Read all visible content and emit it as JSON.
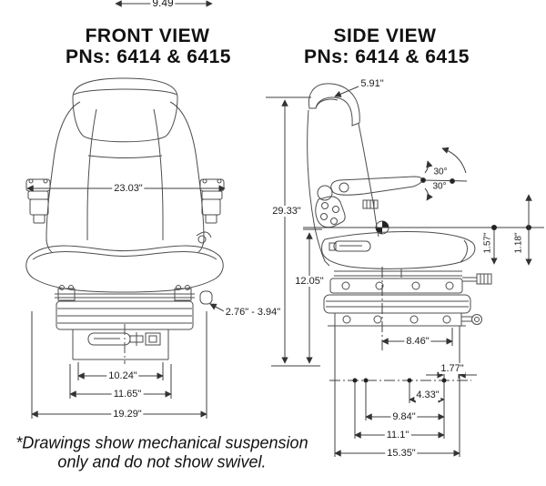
{
  "front_view": {
    "title": "FRONT VIEW",
    "subtitle": "PNs: 6414 & 6415",
    "dimensions": {
      "headrest_width": "9.49",
      "seat_width": "23.03\"",
      "knob_range": "2.76\" - 3.94\"",
      "mount_width_inner": "10.24\"",
      "mount_width_outer": "11.65\"",
      "overall_width": "19.29\""
    }
  },
  "side_view": {
    "title": "SIDE VIEW",
    "subtitle": "PNs: 6414 & 6415",
    "dimensions": {
      "headrest_depth": "5.91\"",
      "overall_height": "29.33\"",
      "armrest_angle_up": "30°",
      "armrest_angle_down": "30°",
      "adjust_upper": "1.57\"",
      "adjust_total": "1.18\"",
      "base_height": "12.05\"",
      "rail_offset": "8.46\"",
      "stud_offset": "1.77\"",
      "stud_spacing_a": "4.33\"",
      "stud_spacing_b": "9.84\"",
      "stud_spacing_c": "11.1\"",
      "base_length": "15.35\""
    }
  },
  "footnote": {
    "line1": "*Drawings show mechanical suspension",
    "line2": "only and do not show swivel."
  }
}
